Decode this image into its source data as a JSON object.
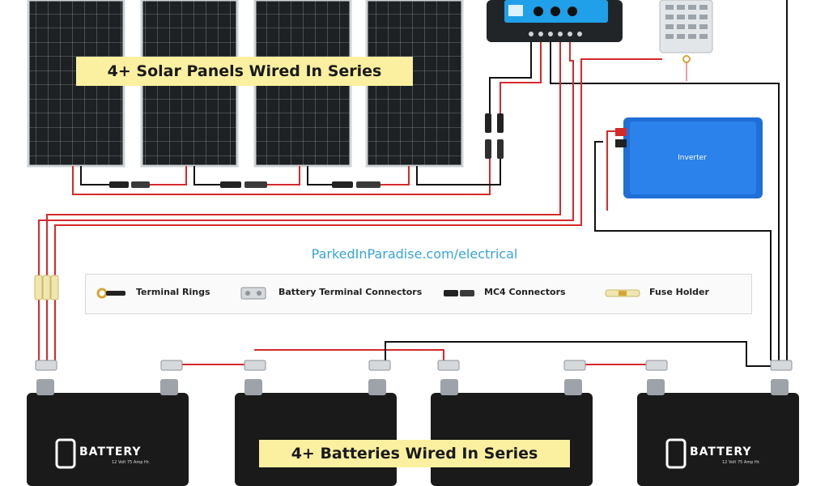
{
  "title_panels": "4+ Solar Panels Wired In Series",
  "title_batteries": "4+ Batteries Wired In Series",
  "website": "ParkedInParadise.com/electrical",
  "legend": {
    "terminal_rings": "Terminal Rings",
    "battery_terminal_connectors": "Battery Terminal Connectors",
    "mc4_connectors": "MC4 Connectors",
    "fuse_holder": "Fuse Holder"
  },
  "inverter_label": "Inverter",
  "battery_brand": "BATTERY",
  "battery_spec": "12 Volt 75 Amp Hr.",
  "colors": {
    "positive_wire": "#d42a2a",
    "negative_wire": "#111111",
    "banner": "#fbf0a0",
    "link": "#39a3dc",
    "inverter": "#1f6fd6",
    "panel": "#1d2023"
  }
}
